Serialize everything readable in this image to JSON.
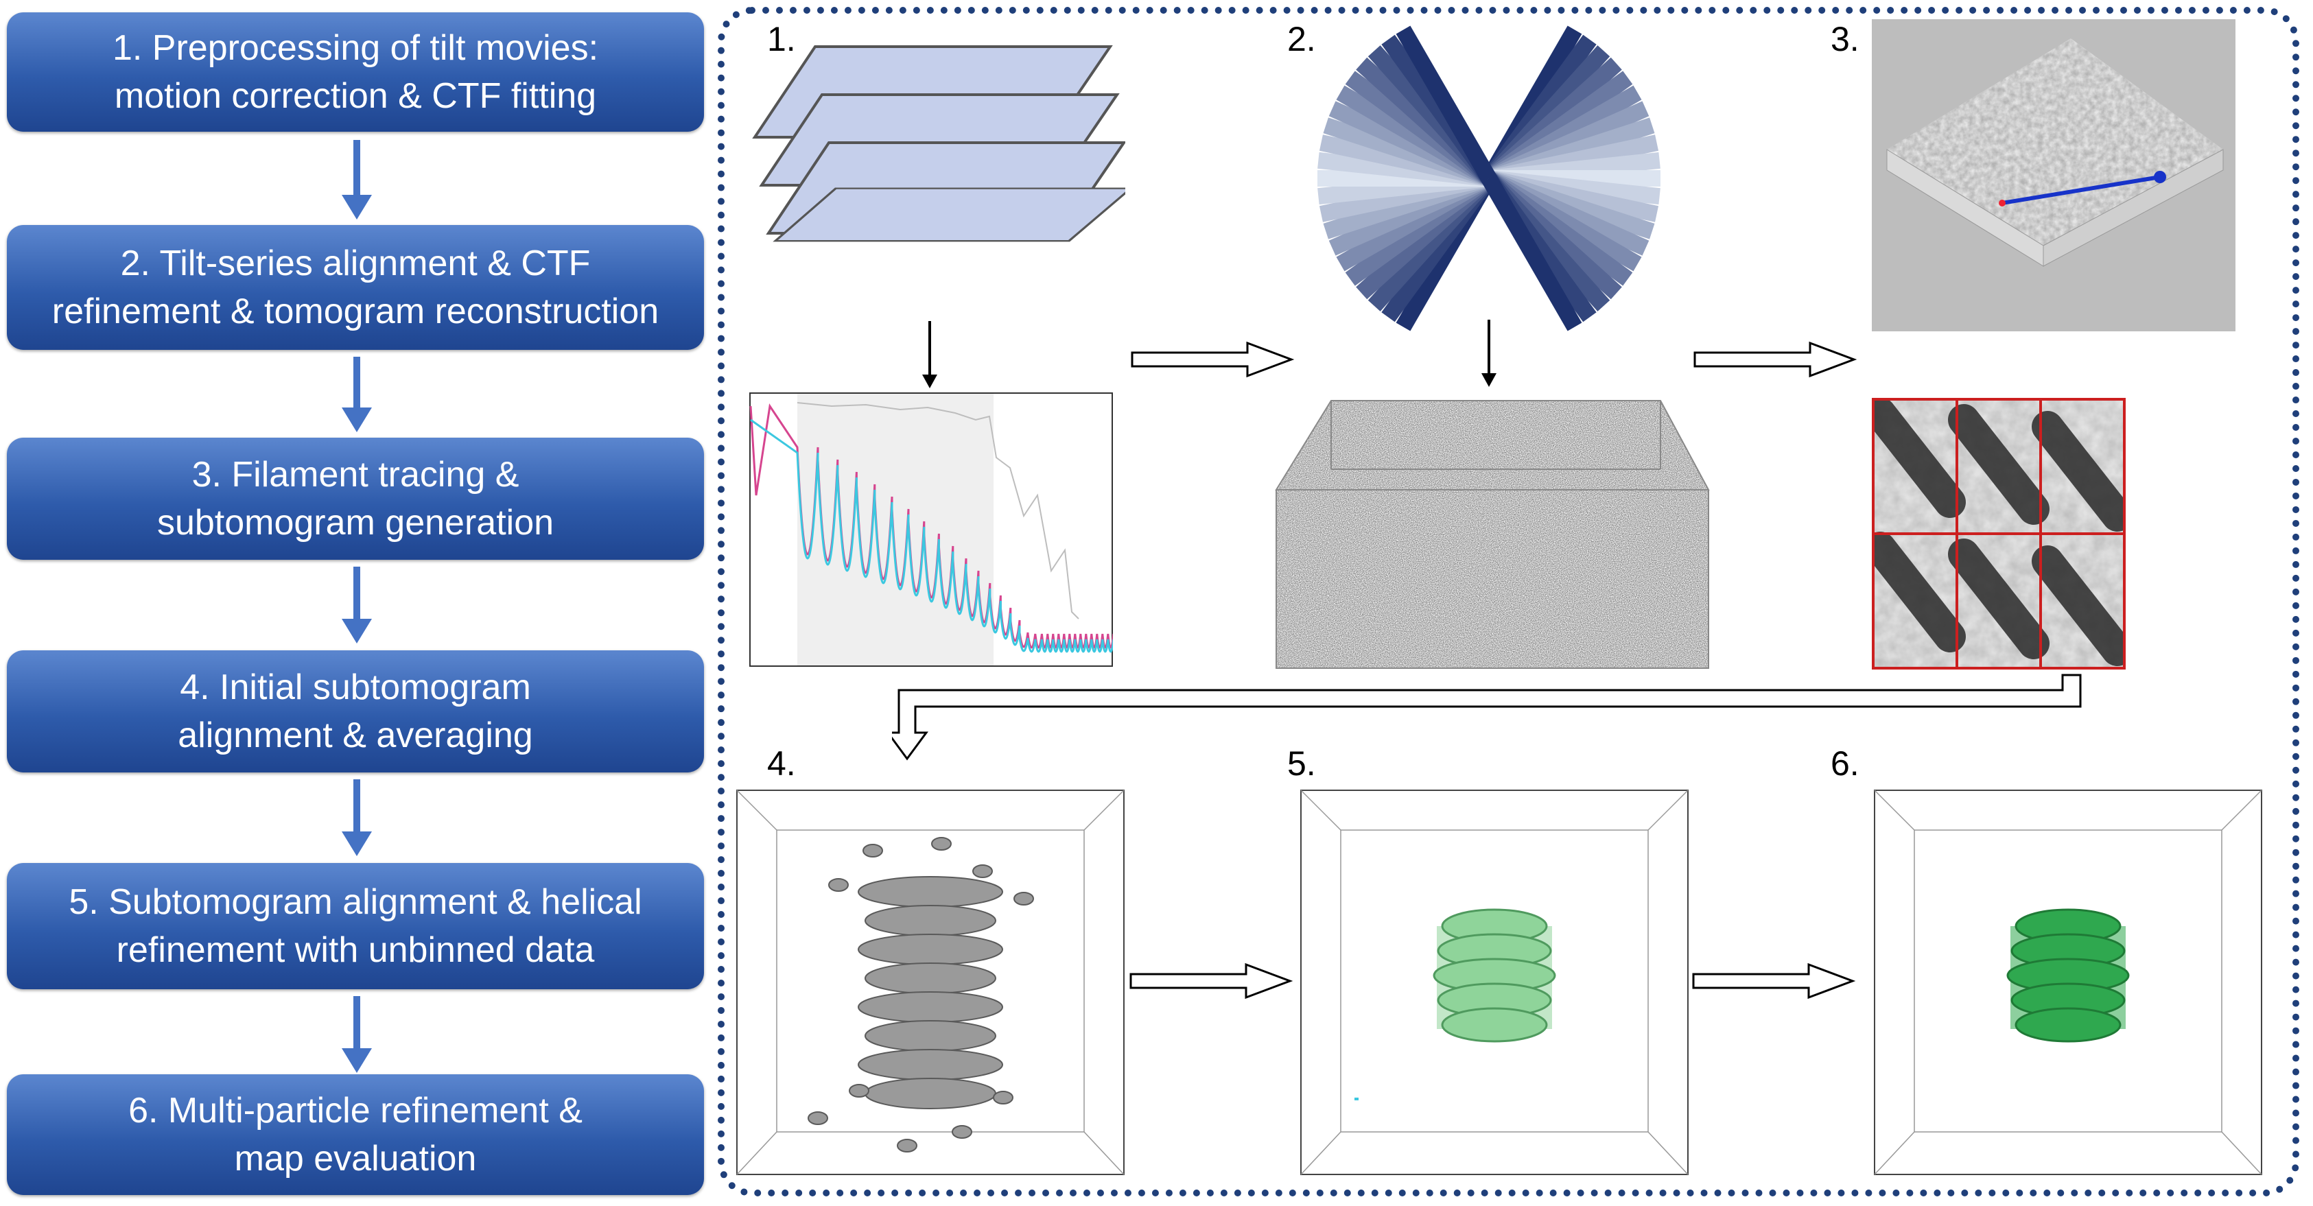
{
  "steps": [
    {
      "line1": "1. Preprocessing of tilt movies:",
      "line2": "motion correction & CTF fitting"
    },
    {
      "line1": "2. Tilt-series alignment & CTF",
      "line2": "refinement & tomogram reconstruction"
    },
    {
      "line1": "3. Filament tracing &",
      "line2": "subtomogram generation"
    },
    {
      "line1": "4. Initial subtomogram",
      "line2": "alignment & averaging"
    },
    {
      "line1": "5. Subtomogram alignment & helical",
      "line2": "refinement with unbinned data"
    },
    {
      "line1": "6. Multi-particle refinement &",
      "line2": "map evaluation"
    }
  ],
  "panel_numbers": [
    "1.",
    "2.",
    "3.",
    "4.",
    "5.",
    "6."
  ],
  "colors": {
    "step_box_top": "#5b86cf",
    "step_box_bottom": "#1f4590",
    "arrow_blue": "#4472c4",
    "frame_dotted": "#1f3f7a",
    "tilt_plate": "#c5cfeb",
    "ctf_magenta": "#d6458f",
    "ctf_cyan": "#3cc8e0",
    "map_green": "#2fa84f",
    "map_green_light": "#8fd49a",
    "grid_red": "#cc1f1f"
  }
}
